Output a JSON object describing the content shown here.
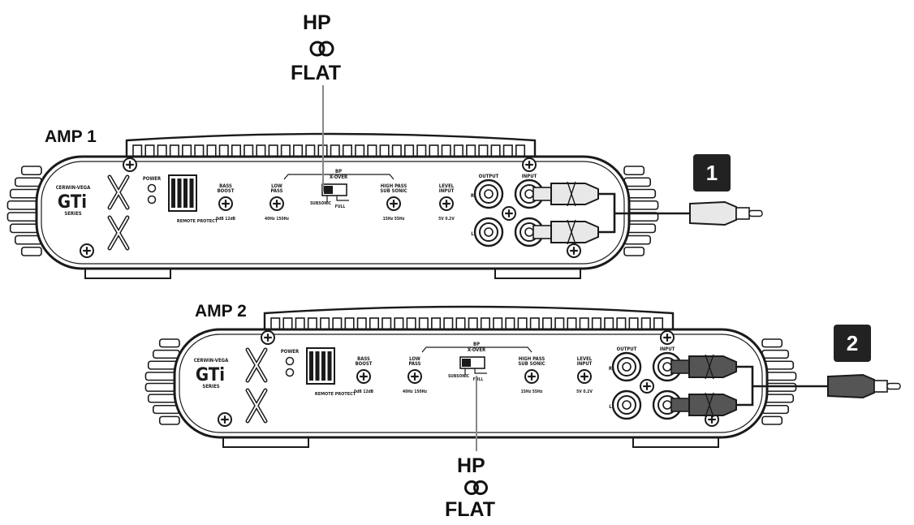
{
  "amp1": {
    "label": "AMP 1",
    "callout": "1",
    "switch_top": {
      "line1": "HP",
      "line2": "FLAT"
    },
    "panel": {
      "brand_small": "CERWIN-VEGA",
      "brand": "GTi",
      "series": "SERIES",
      "power": "POWER",
      "remote_protect": "REMOTE PROTECT",
      "bass_boost": [
        "BASS",
        "BOOST"
      ],
      "bass_boost_range": "0dB 12dB",
      "low_pass": [
        "LOW",
        "PASS"
      ],
      "low_pass_range": "40Hz 150Hz",
      "bp_xover": [
        "BP",
        "X-OVER"
      ],
      "switch_left": "SUBSONIC",
      "switch_right": "FULL",
      "high_pass": [
        "HIGH PASS",
        "SUB SONIC"
      ],
      "high_pass_range": "15Hz 55Hz",
      "level_input": [
        "LEVEL",
        "INPUT"
      ],
      "level_range": "5V 0.2V",
      "output": "OUTPUT",
      "input": "INPUT",
      "ch_r": "R",
      "ch_l": "L"
    },
    "cable_color": "#e8e8e8"
  },
  "amp2": {
    "label": "AMP 2",
    "callout": "2",
    "switch_bottom": {
      "line1": "HP",
      "line2": "FLAT"
    },
    "panel": {
      "brand_small": "CERWIN-VEGA",
      "brand": "GTi",
      "series": "SERIES",
      "power": "POWER",
      "remote_protect": "REMOTE PROTECT",
      "bass_boost": [
        "BASS",
        "BOOST"
      ],
      "bass_boost_range": "0dB 12dB",
      "low_pass": [
        "LOW",
        "PASS"
      ],
      "low_pass_range": "40Hz 150Hz",
      "bp_xover": [
        "BP",
        "X-OVER"
      ],
      "switch_left": "SUBSONIC",
      "switch_right": "FULL",
      "high_pass": [
        "HIGH PASS",
        "SUB SONIC"
      ],
      "high_pass_range": "15Hz 55Hz",
      "level_input": [
        "LEVEL",
        "INPUT"
      ],
      "level_range": "5V 0.2V",
      "output": "OUTPUT",
      "input": "INPUT",
      "ch_r": "R",
      "ch_l": "L"
    },
    "cable_color": "#555555"
  },
  "colors": {
    "stroke": "#1a1a1a",
    "panel_fill": "#ffffff",
    "badge": "#222222"
  },
  "icons": {
    "hp_flat_symbol": "interlocking-rings-icon",
    "adjust_knob": "crosshair-knob-icon"
  }
}
